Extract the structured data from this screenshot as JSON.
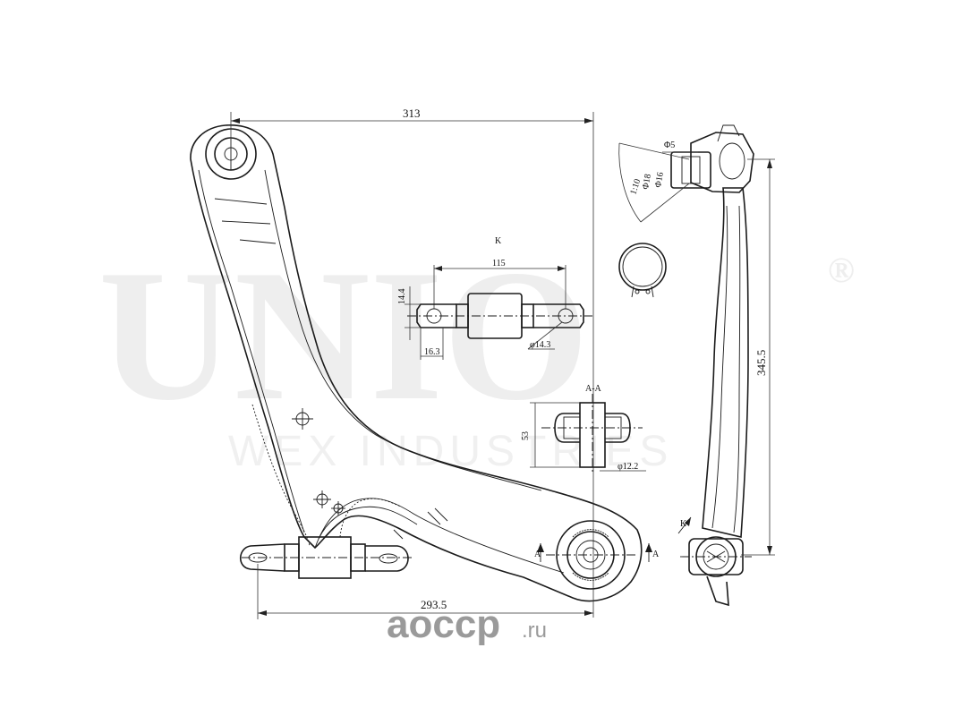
{
  "watermark": {
    "brand": "UNIO",
    "registered": "®",
    "subtitle": "WEX INDUSTRIES"
  },
  "dimensions": {
    "overall_width": "313",
    "bushing_spacing": "293.5",
    "height": "345.5",
    "bushing_length": "115",
    "bushing_height": "14.4",
    "bushing_offset": "16.3",
    "bushing_hole": "φ14.3",
    "section_height": "53",
    "section_hole": "φ12.2",
    "joint_small_1": "Φ5",
    "joint_small_2": "Φ18",
    "joint_small_3": "Φ16",
    "joint_small_4": "1:10"
  },
  "labels": {
    "view_k": "K",
    "view_k_arrow": "K",
    "section_aa": "A-A",
    "section_marker_left": "A",
    "section_marker_right": "A"
  },
  "site_logo": {
    "text": "aoccp",
    "domain": ".ru"
  }
}
